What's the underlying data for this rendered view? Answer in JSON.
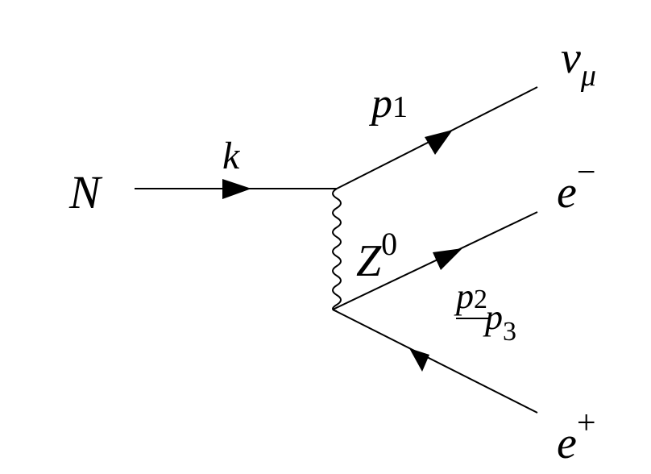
{
  "particles": {
    "incoming": "N",
    "boson": "Z",
    "boson_sup": "0",
    "neutrino": "ν",
    "neutrino_sub": "μ",
    "electron": "e",
    "electron_sup": "−",
    "positron": "e",
    "positron_sup": "+"
  },
  "momenta": {
    "k": "k",
    "p1": "p",
    "p1_sub": "1",
    "p2": "p",
    "p2_sub": "2",
    "p3": "p",
    "p3_sub": "3"
  }
}
